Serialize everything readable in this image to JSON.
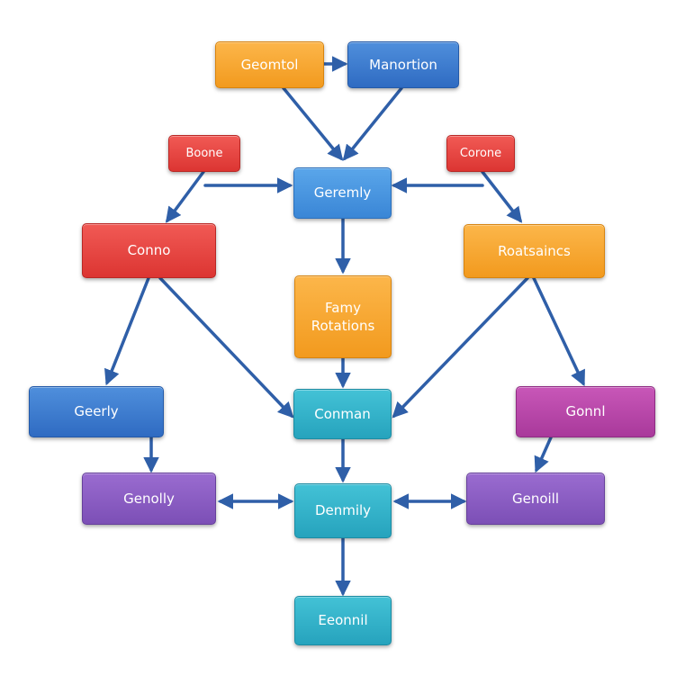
{
  "nodes": {
    "geomtol": "Geomtol",
    "manortion": "Manortion",
    "boone": "Boone",
    "corone": "Corone",
    "geremly": "Geremly",
    "conno": "Conno",
    "roatsaincs": "Roatsaincs",
    "famy_rotations": "Famy\nRotations",
    "geerly": "Geerly",
    "conman": "Conman",
    "gonnl": "Gonnl",
    "genolly": "Genolly",
    "denmily": "Denmily",
    "genoill": "Genoill",
    "eeonnil": "Eeonnil"
  },
  "colors": {
    "edge": "#2f5fa8"
  }
}
